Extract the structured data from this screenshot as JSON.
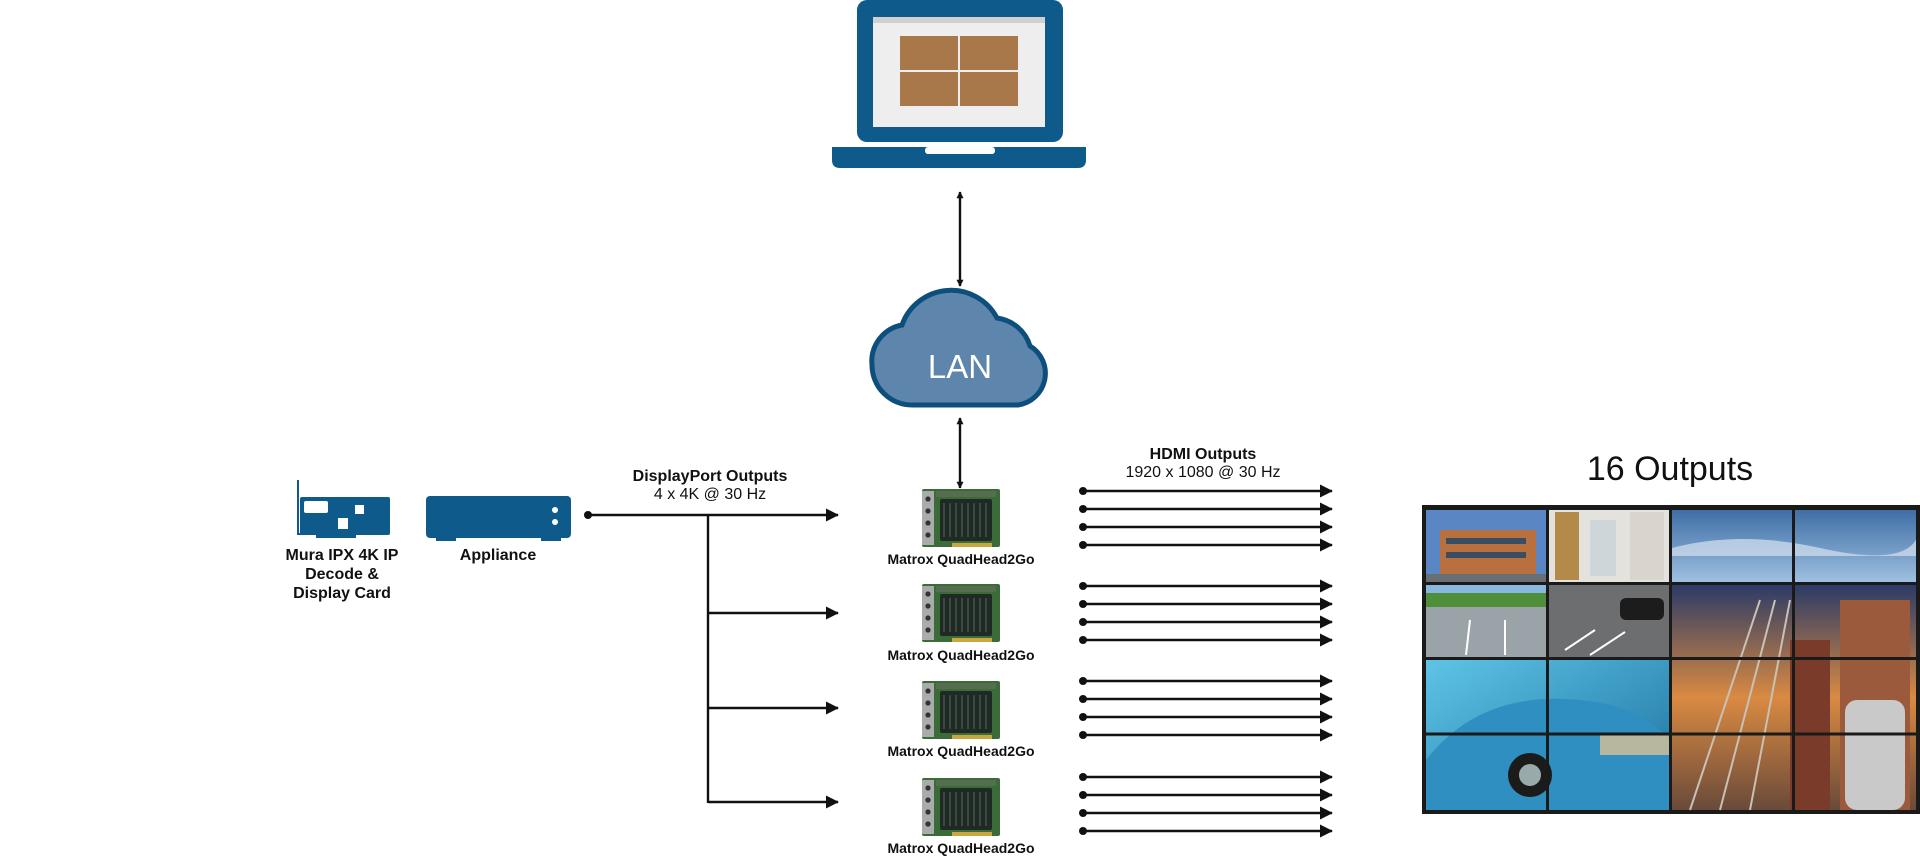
{
  "colors": {
    "device_blue": "#0e5a8a",
    "cloud_fill": "#5e86ac",
    "cloud_stroke": "#0d4f7c",
    "screen_tile": "#a8774a",
    "arrow": "#111111",
    "pcb_green": "#3c6b3a",
    "heatsink": "#1f2a24"
  },
  "icons": {
    "laptop": "laptop-icon",
    "cloud": "cloud-icon",
    "decode_card": "pci-card-icon",
    "appliance": "appliance-icon",
    "capture_board": "graphics-board-icon",
    "video_wall": "video-wall-image"
  },
  "cloud_label": "LAN",
  "decode_card_label": [
    "Mura IPX 4K IP",
    "Decode &",
    "Display Card"
  ],
  "appliance_label": "Appliance",
  "displayport": {
    "title": "DisplayPort Outputs",
    "subtitle": "4 x 4K @ 30 Hz"
  },
  "hdmi": {
    "title": "HDMI Outputs",
    "subtitle": "1920 x 1080 @ 30 Hz"
  },
  "boards": [
    {
      "label": "Matrox QuadHead2Go"
    },
    {
      "label": "Matrox QuadHead2Go"
    },
    {
      "label": "Matrox QuadHead2Go"
    },
    {
      "label": "Matrox QuadHead2Go"
    }
  ],
  "hdmi_outputs_per_board": 4,
  "video_wall": {
    "title": "16 Outputs",
    "rows": 4,
    "cols": 4
  }
}
